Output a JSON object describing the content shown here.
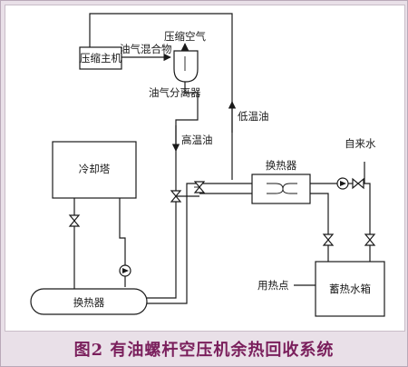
{
  "caption": "图2  有油螺杆空压机余热回收系统",
  "labels": {
    "compressor_host": "压缩主机",
    "compressed_air": "压缩空气",
    "oil_gas_mixture": "油气混合物",
    "oil_gas_separator": "油气分离器",
    "low_temp_oil": "低温油",
    "high_temp_oil": "高温油",
    "cooling_tower": "冷却塔",
    "heat_exchanger_upper": "换热器",
    "tap_water": "自来水",
    "heat_exchanger_lower": "换热器",
    "heat_user": "用热点",
    "storage_tank": "蓄热水箱"
  },
  "colors": {
    "caption": "#7a1f5c",
    "frame": "#e9e0e8",
    "line": "#1a1a1a"
  }
}
